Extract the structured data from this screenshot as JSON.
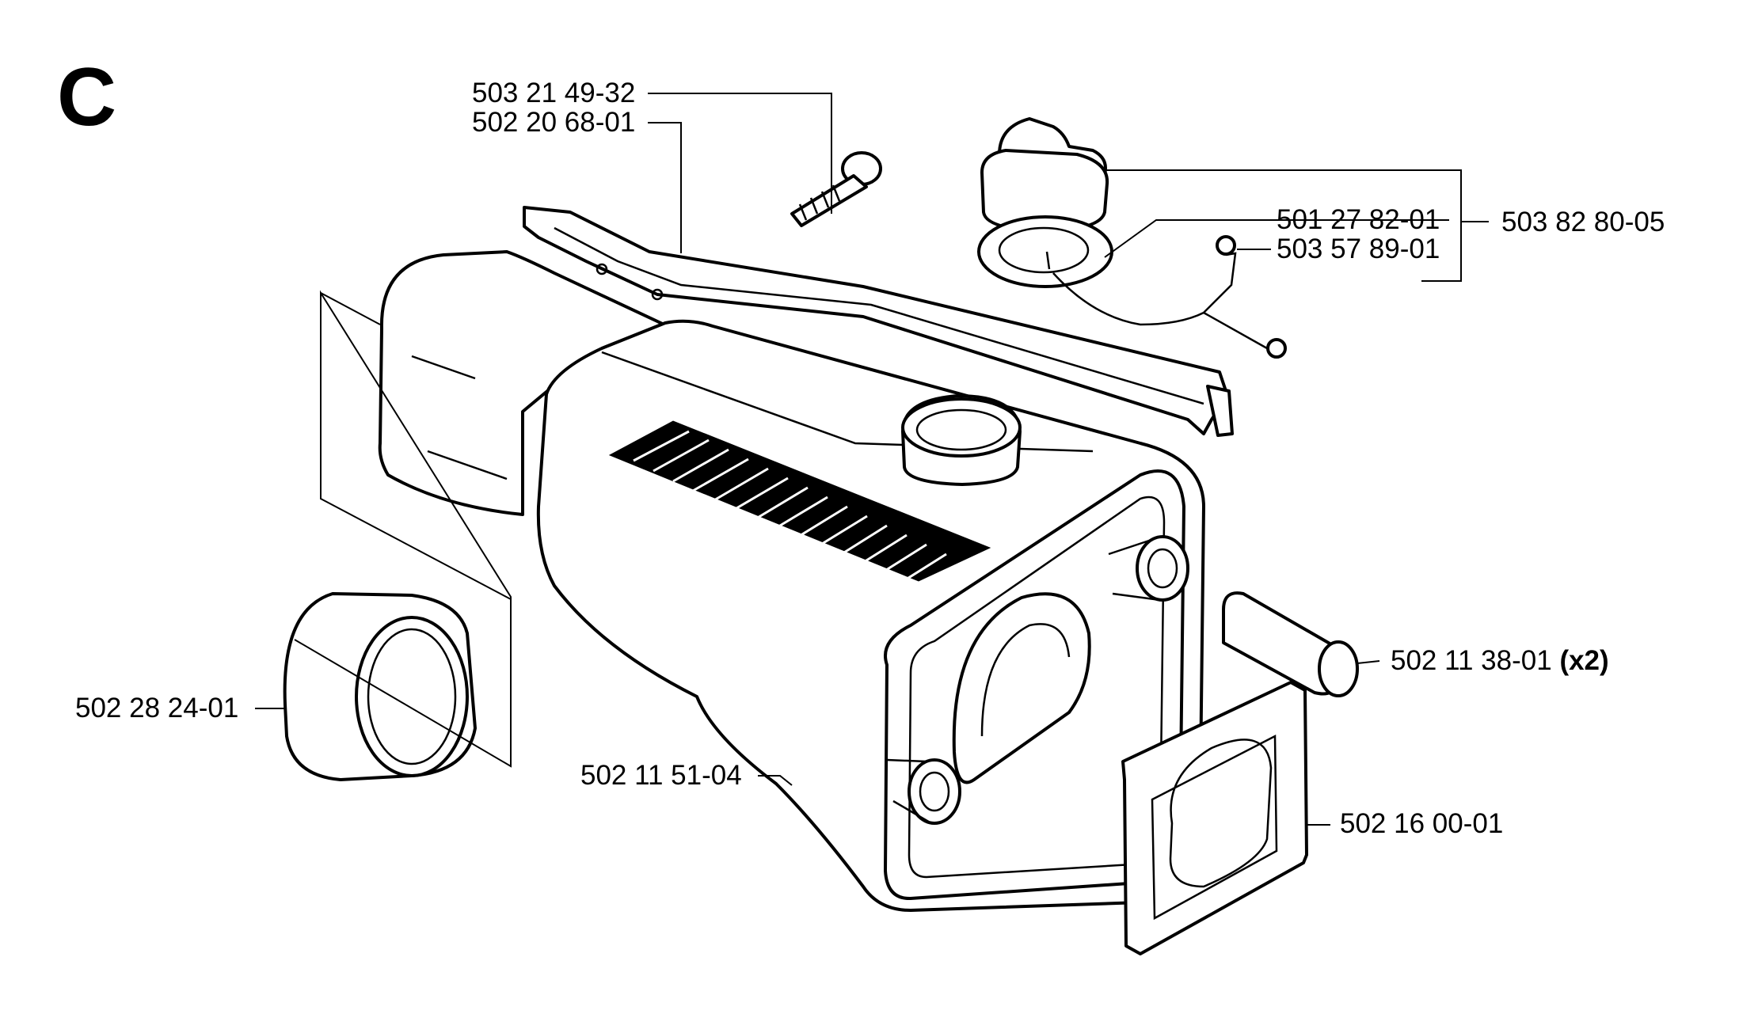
{
  "section_letter": "C",
  "parts": [
    {
      "id": "p1",
      "part_number": "503 21 49-32"
    },
    {
      "id": "p2",
      "part_number": "502 20 68-01"
    },
    {
      "id": "p3",
      "part_number": "501 27 82-01"
    },
    {
      "id": "p4",
      "part_number": "503 57 89-01"
    },
    {
      "id": "p5",
      "part_number": "503 82 80-05"
    },
    {
      "id": "p6",
      "part_number": "502 28 24-01"
    },
    {
      "id": "p7",
      "part_number": "502 11 38-01",
      "quantity": "(x2)"
    },
    {
      "id": "p8",
      "part_number": "502 11 51-04"
    },
    {
      "id": "p9",
      "part_number": "502 16 00-01"
    }
  ]
}
